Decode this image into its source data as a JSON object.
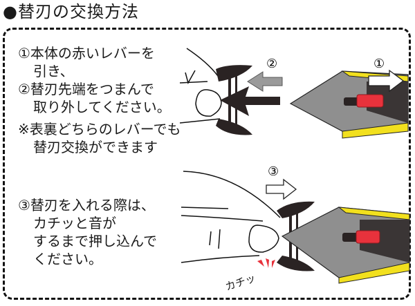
{
  "title": "●替刃の交換方法",
  "step12": {
    "line1": "①本体の赤いレバーを",
    "line2": "引き、",
    "line3": "②替刃先端をつまんで",
    "line4": "取り外してください。",
    "note1": "※表裏どちらのレバーでも",
    "note2": "替刃交換ができます"
  },
  "step3": {
    "line1": "③替刃を入れる際は、",
    "line2": "カチッと音が",
    "line3": "するまで押し込んで",
    "line4": "ください。"
  },
  "labels": {
    "num1": "①",
    "num2": "②",
    "num3": "③",
    "sound": "カチッ"
  },
  "colors": {
    "body_yellow": "#f2e01e",
    "lever_red": "#e8323c",
    "blade_dark": "#2a2323",
    "head_gray": "#8f8f8f",
    "arrow_gray": "#9a9a9a"
  }
}
